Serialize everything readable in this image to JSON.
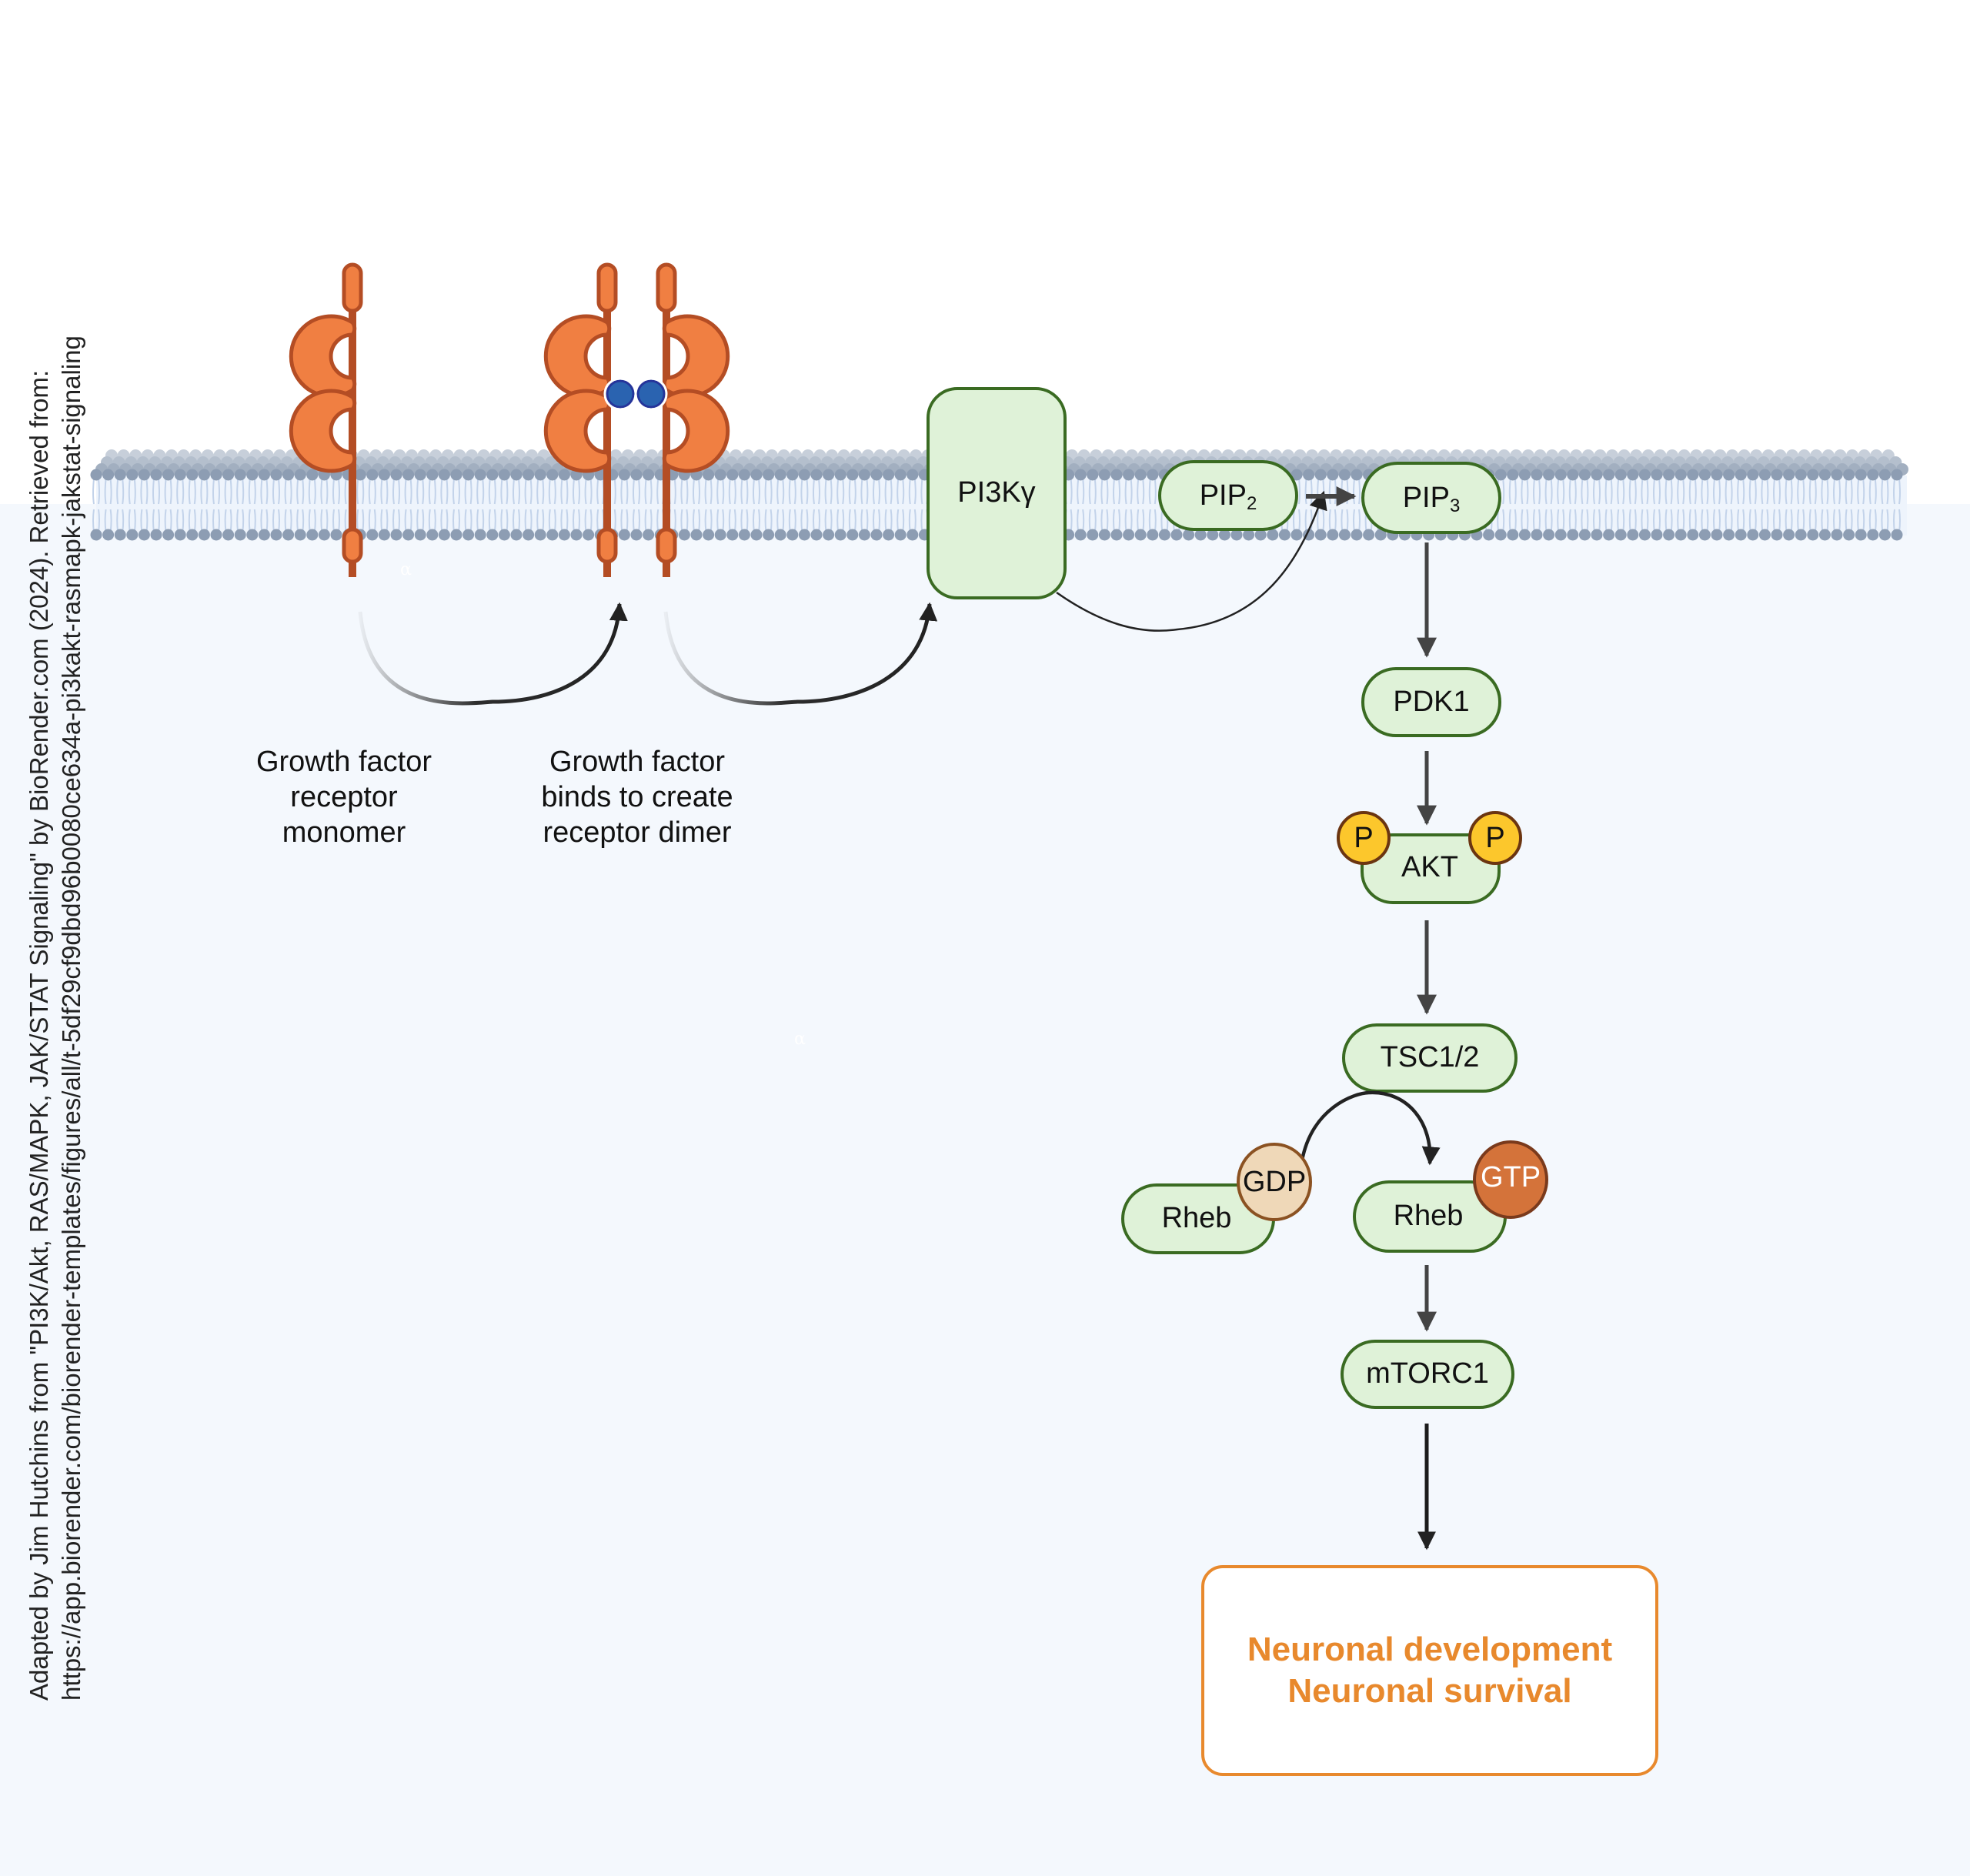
{
  "credit": {
    "line1": "Adapted by Jim Hutchins from \"PI3K/Akt, RAS/MAPK, JAK/STAT Signaling\" by BioRender.com (2024). Retrieved from:",
    "line2": "https://app.biorender.com/biorender-templates/figures/all/t-5df29cf9dbd96b0080ce634a-pi3kakt-rasmapk-jakstat-signaling"
  },
  "receptors": {
    "monomer_label": [
      "Growth factor",
      "receptor",
      "monomer"
    ],
    "dimer_label": [
      "Growth factor",
      "binds to create",
      "receptor dimer"
    ]
  },
  "nodes": {
    "pi3k": "PI3Kγ",
    "pip2": {
      "base": "PIP",
      "sub": "2"
    },
    "pip3": {
      "base": "PIP",
      "sub": "3"
    },
    "pdk1": "PDK1",
    "akt": "AKT",
    "phospho": "P",
    "tsc": "TSC1/2",
    "rheb_gdp": "Rheb",
    "gdp": "GDP",
    "rheb_gtp": "Rheb",
    "gtp": "GTP",
    "mtorc1": "mTORC1"
  },
  "outcome": {
    "line1": "Neuronal development",
    "line2": "Neuronal survival"
  },
  "colors": {
    "node_fill": "#dff2d8",
    "node_stroke": "#3a6b22",
    "receptor_fill": "#f07f42",
    "receptor_stroke": "#b44d24",
    "ligand": "#2a63b0",
    "phospho_fill": "#fcc72c",
    "phospho_stroke": "#6b3511",
    "gdp_fill": "#efd8b8",
    "gdp_stroke": "#8b5222",
    "gtp_fill": "#d4733a",
    "gtp_stroke": "#7a3a1c",
    "outcome": "#e8892d",
    "membrane_head": "#8d9db3"
  },
  "stray_glyph": "α"
}
